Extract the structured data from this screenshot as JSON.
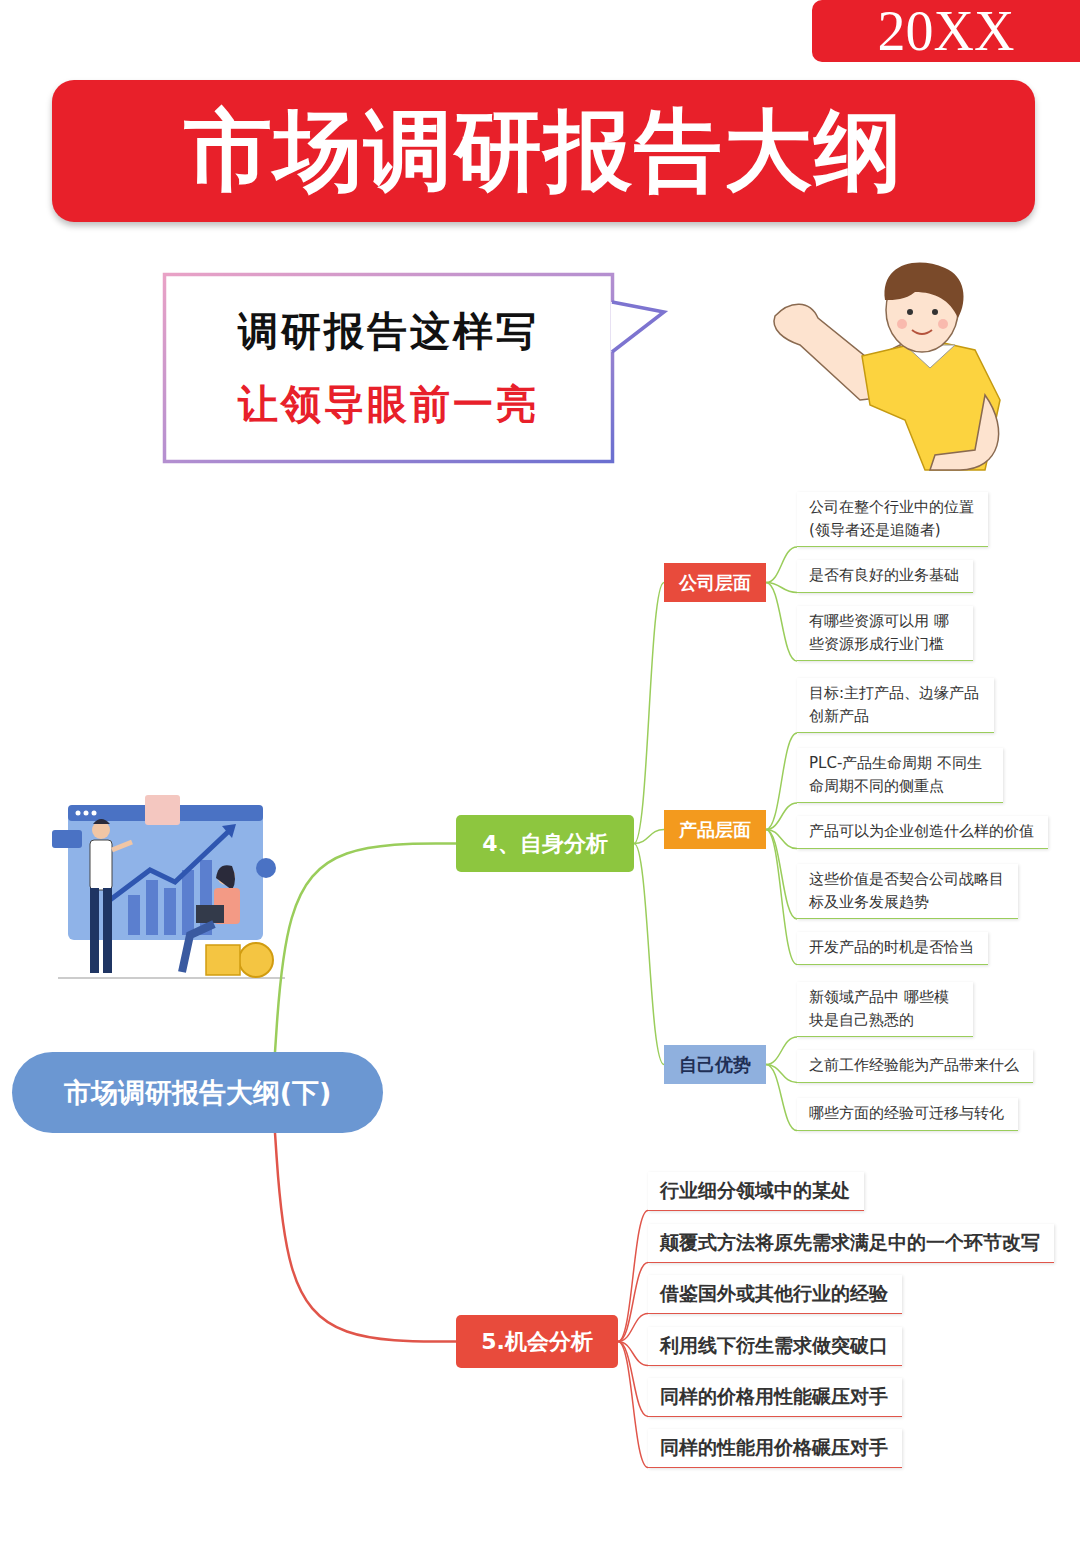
{
  "diagram": {
    "title": "市场调研报告大纲",
    "nodes": [
      {
        "text": [
          "20XX"
        ]
      },
      {
        "text": [
          "调研报告这样写",
          "让领导眼前一亮"
        ]
      },
      {
        "text": [
          "市场调研报告大纲(下)"
        ]
      },
      {
        "text": [
          "4、自身分析"
        ]
      },
      {
        "text": [
          "公司层面"
        ]
      },
      {
        "text": [
          "公司在整个行业中的位置 (领导者还是追随者)"
        ]
      },
      {
        "text": [
          "是否有良好的业务基础"
        ]
      },
      {
        "text": [
          "有哪些资源可以用 哪些资源形成行业门槛"
        ]
      },
      {
        "text": [
          "产品层面"
        ]
      },
      {
        "text": [
          "目标:主打产品、边缘产品 创新产品"
        ]
      },
      {
        "text": [
          "PLC-产品生命周期 不同生命周期不同的侧重点"
        ]
      },
      {
        "text": [
          "产品可以为企业创造什么样的价值"
        ]
      },
      {
        "text": [
          "这些价值是否契合公司战略目 标及业务发展趋势"
        ]
      },
      {
        "text": [
          "开发产品的时机是否恰当"
        ]
      },
      {
        "text": [
          "自己优势"
        ]
      },
      {
        "text": [
          "新领域产品中 哪些模块是自己熟悉的"
        ]
      },
      {
        "text": [
          "之前工作经验能为产品带来什么"
        ]
      },
      {
        "text": [
          "哪些方面的经验可迁移与转化"
        ]
      },
      {
        "text": [
          "5.机会分析"
        ]
      },
      {
        "text": [
          "行业细分领域中的某处"
        ]
      },
      {
        "text": [
          "颠覆式方法将原先需求满足中的一个环节改写"
        ]
      },
      {
        "text": [
          "借鉴国外或其他行业的经验"
        ]
      },
      {
        "text": [
          "利用线下衍生需求做突破口"
        ]
      },
      {
        "text": [
          "同样的价格用性能碾压对手"
        ]
      },
      {
        "text": [
          "同样的性能用价格碾压对手"
        ]
      }
    ],
    "edges": [
      {
        "from": 2,
        "to": 3,
        "arrow": "none"
      },
      {
        "from": 3,
        "to": 4,
        "arrow": "none"
      },
      {
        "from": 3,
        "to": 8,
        "arrow": "none"
      },
      {
        "from": 3,
        "to": 14,
        "arrow": "none"
      },
      {
        "from": 4,
        "to": 5,
        "arrow": "none"
      },
      {
        "from": 4,
        "to": 6,
        "arrow": "none"
      },
      {
        "from": 4,
        "to": 7,
        "arrow": "none"
      },
      {
        "from": 8,
        "to": 9,
        "arrow": "none"
      },
      {
        "from": 8,
        "to": 10,
        "arrow": "none"
      },
      {
        "from": 8,
        "to": 11,
        "arrow": "none"
      },
      {
        "from": 8,
        "to": 12,
        "arrow": "none"
      },
      {
        "from": 8,
        "to": 13,
        "arrow": "none"
      },
      {
        "from": 14,
        "to": 15,
        "arrow": "none"
      },
      {
        "from": 14,
        "to": 16,
        "arrow": "none"
      },
      {
        "from": 14,
        "to": 17,
        "arrow": "none"
      },
      {
        "from": 2,
        "to": 18,
        "arrow": "none"
      },
      {
        "from": 18,
        "to": 19,
        "arrow": "none"
      },
      {
        "from": 18,
        "to": 20,
        "arrow": "none"
      },
      {
        "from": 18,
        "to": 21,
        "arrow": "none"
      },
      {
        "from": 18,
        "to": 22,
        "arrow": "none"
      },
      {
        "from": 18,
        "to": 23,
        "arrow": "none"
      },
      {
        "from": 18,
        "to": 24,
        "arrow": "none"
      }
    ]
  }
}
